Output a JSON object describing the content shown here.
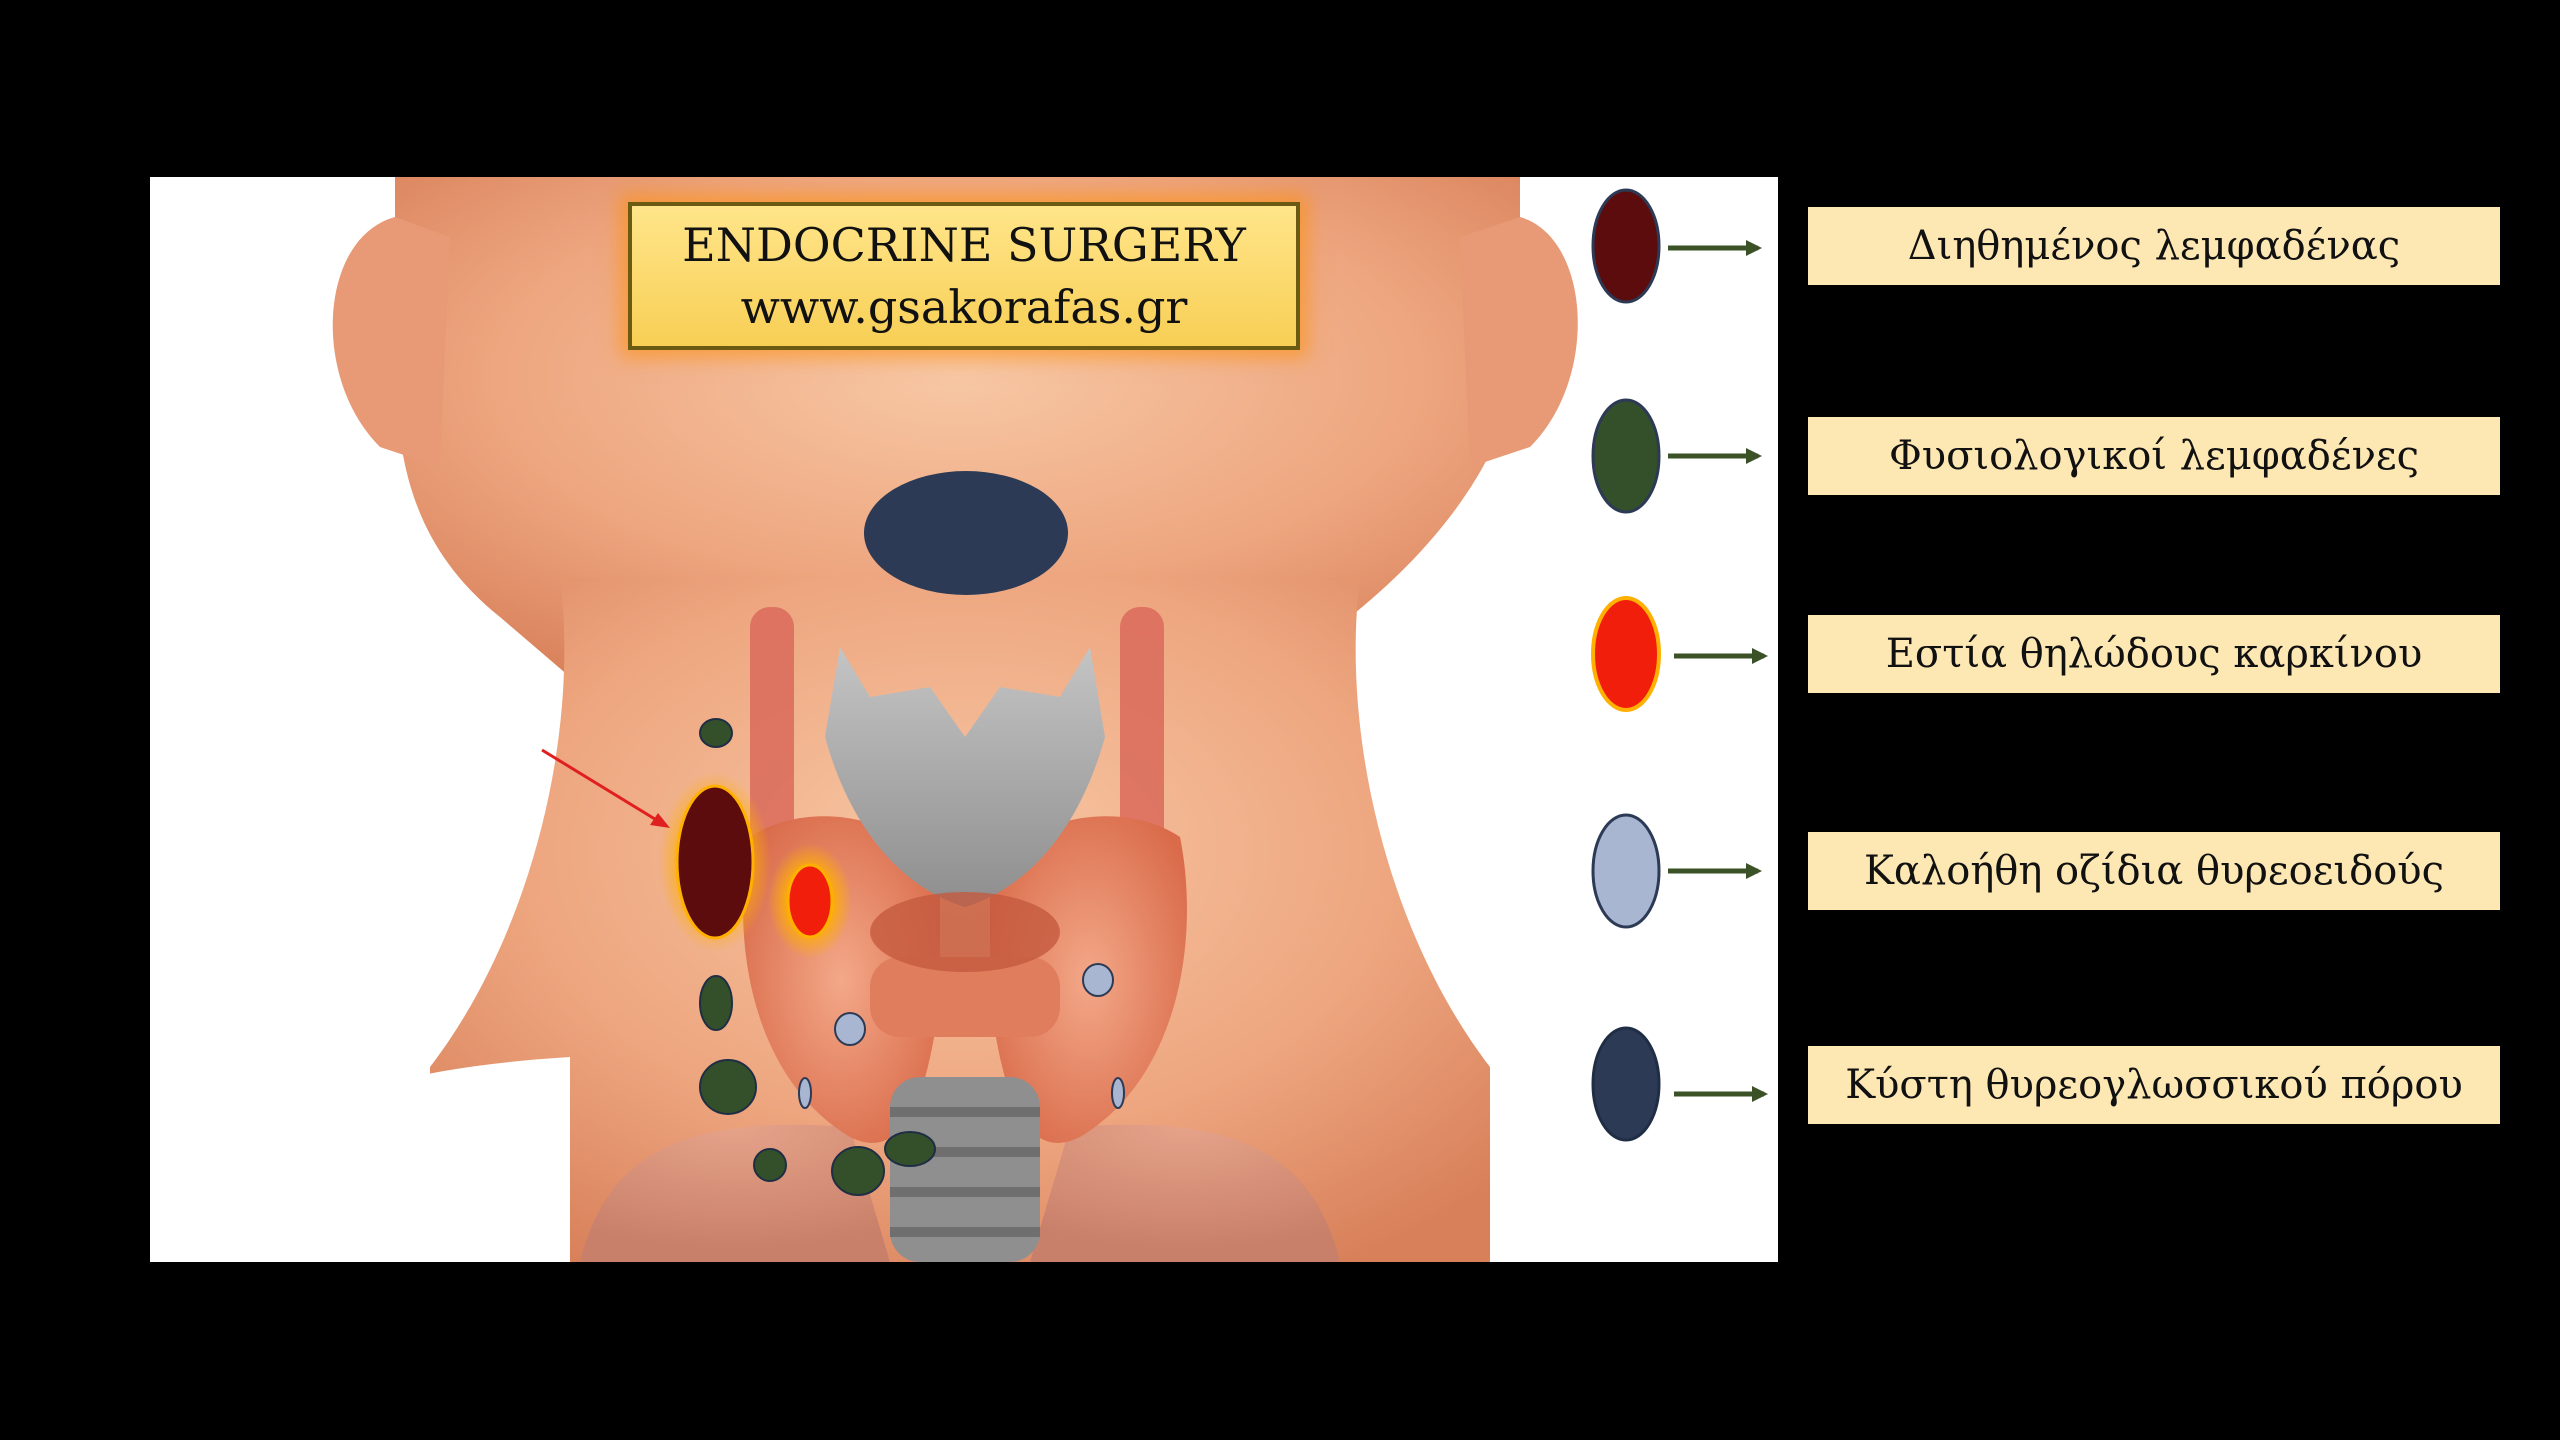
{
  "title_box": {
    "line1": "ENDOCRINE SURGERY",
    "line2": "www.gsakorafas.gr"
  },
  "legend": [
    {
      "label": "Διηθημένος λεμφαδένας",
      "color": "#5c0c0c",
      "icon": "infiltrated-lymph-node-icon"
    },
    {
      "label": "Φυσιολογικοί λεμφαδένες",
      "color": "#34502a",
      "icon": "normal-lymph-nodes-icon"
    },
    {
      "label": "Εστία θηλώδους καρκίνου",
      "color": "#f01e0a",
      "icon": "papillary-cancer-focus-icon"
    },
    {
      "label": "Καλοήθη οζίδια θυρεοειδούς",
      "color": "#a9b6d2",
      "icon": "benign-thyroid-nodules-icon"
    },
    {
      "label": "Κύστη θυρεογλωσσικού πόρου",
      "color": "#2c3a55",
      "icon": "thyroglossal-duct-cyst-icon"
    }
  ],
  "colors": {
    "background": "#000000",
    "panel": "#ffffff",
    "title_box": "#fcd96a",
    "legend_label": "#fde8b4",
    "arrow": "#3b5126",
    "pointer_arrow": "#e02020"
  }
}
